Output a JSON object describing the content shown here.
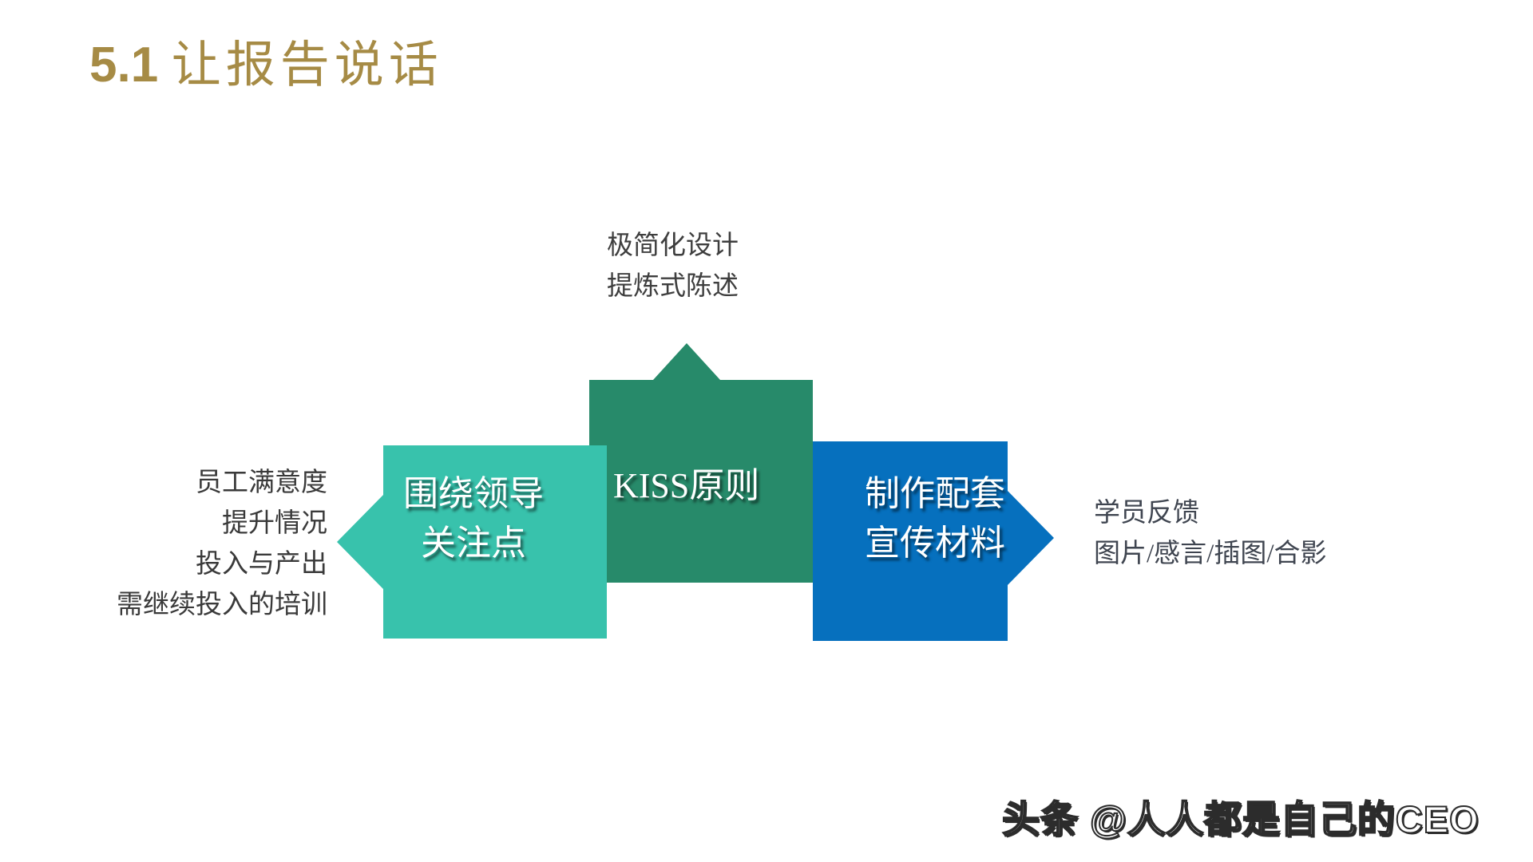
{
  "slide": {
    "title_number": "5.1",
    "title_text": "让报告说话",
    "title_color": "#A68B45",
    "background": "#FFFFFF"
  },
  "annotations": {
    "top": {
      "line1": "极简化设计",
      "line2": "提炼式陈述"
    },
    "left": {
      "line1": "员工满意度",
      "line2": "提升情况",
      "line3": "投入与产出",
      "line4": "需继续投入的培训"
    },
    "right": {
      "line1": "学员反馈",
      "line2": "图片/感言/插图/合影"
    }
  },
  "diagram": {
    "type": "chevron-process",
    "steps": [
      {
        "id": "teal",
        "label_line1": "围绕领导",
        "label_line2": "关注点",
        "color": "#38C2AC",
        "arrow": "left"
      },
      {
        "id": "green",
        "label": "KISS原则",
        "color": "#278A6A",
        "arrow": "up"
      },
      {
        "id": "blue",
        "label_line1": "制作配套",
        "label_line2": "宣传材料",
        "color": "#0670BE",
        "arrow": "right"
      }
    ]
  },
  "watermark": {
    "text": "头条 @人人都是自己的CEO"
  }
}
